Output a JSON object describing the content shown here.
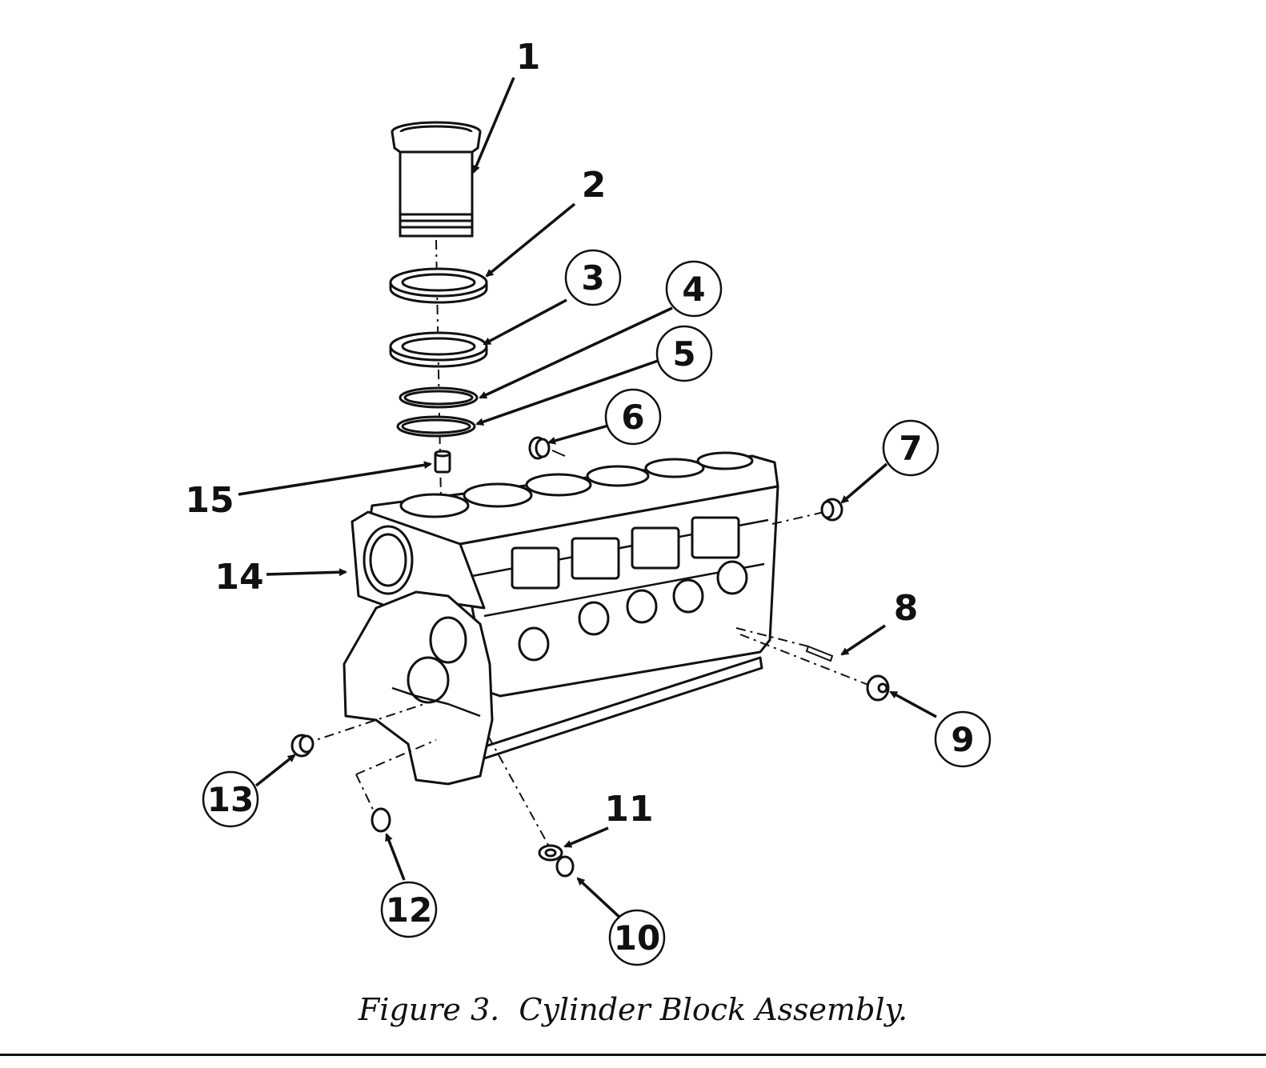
{
  "figure": {
    "caption": "Figure 3.  Cylinder Block Assembly."
  },
  "callouts": [
    {
      "label": "1",
      "circled": false
    },
    {
      "label": "2",
      "circled": false
    },
    {
      "label": "3",
      "circled": true
    },
    {
      "label": "4",
      "circled": true
    },
    {
      "label": "5",
      "circled": true
    },
    {
      "label": "6",
      "circled": true
    },
    {
      "label": "7",
      "circled": true
    },
    {
      "label": "8",
      "circled": false
    },
    {
      "label": "9",
      "circled": true
    },
    {
      "label": "10",
      "circled": true
    },
    {
      "label": "11",
      "circled": false
    },
    {
      "label": "12",
      "circled": true
    },
    {
      "label": "13",
      "circled": true
    },
    {
      "label": "14",
      "circled": false
    },
    {
      "label": "15",
      "circled": false
    }
  ]
}
